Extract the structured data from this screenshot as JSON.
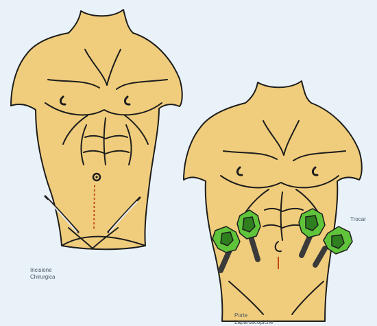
{
  "labels": {
    "incision": "Incisione\nChirurgica",
    "trocar": "Trocar",
    "ports": "Porte\nLaparoscopiche"
  },
  "colors": {
    "background": "#e9f2f8",
    "skin": "#f0cd7c",
    "outline": "#1d1d1d",
    "incision": "#c2491c",
    "trocar_green": "#5fc43a",
    "trocar_dark": "#2f7e1f",
    "trocar_shaft": "#3a3a3a"
  }
}
